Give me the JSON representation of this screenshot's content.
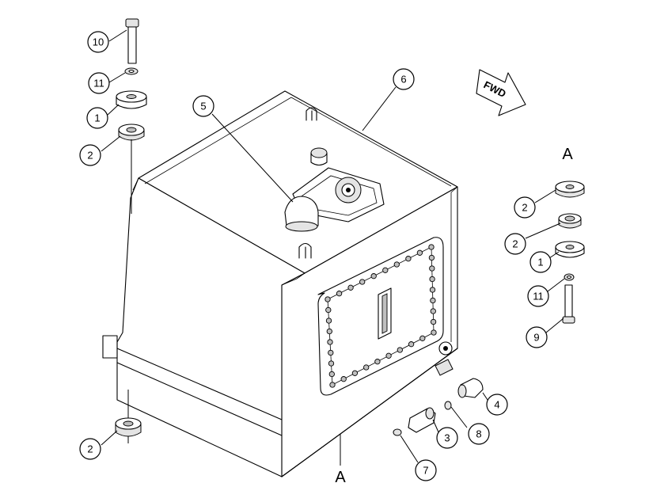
{
  "fwd_label": "FWD",
  "view_labels": [
    "A",
    "A"
  ],
  "callouts": [
    "10",
    "11",
    "1",
    "2",
    "5",
    "6",
    "2",
    "2",
    "1",
    "11",
    "9",
    "4",
    "8",
    "3",
    "7",
    "2"
  ]
}
